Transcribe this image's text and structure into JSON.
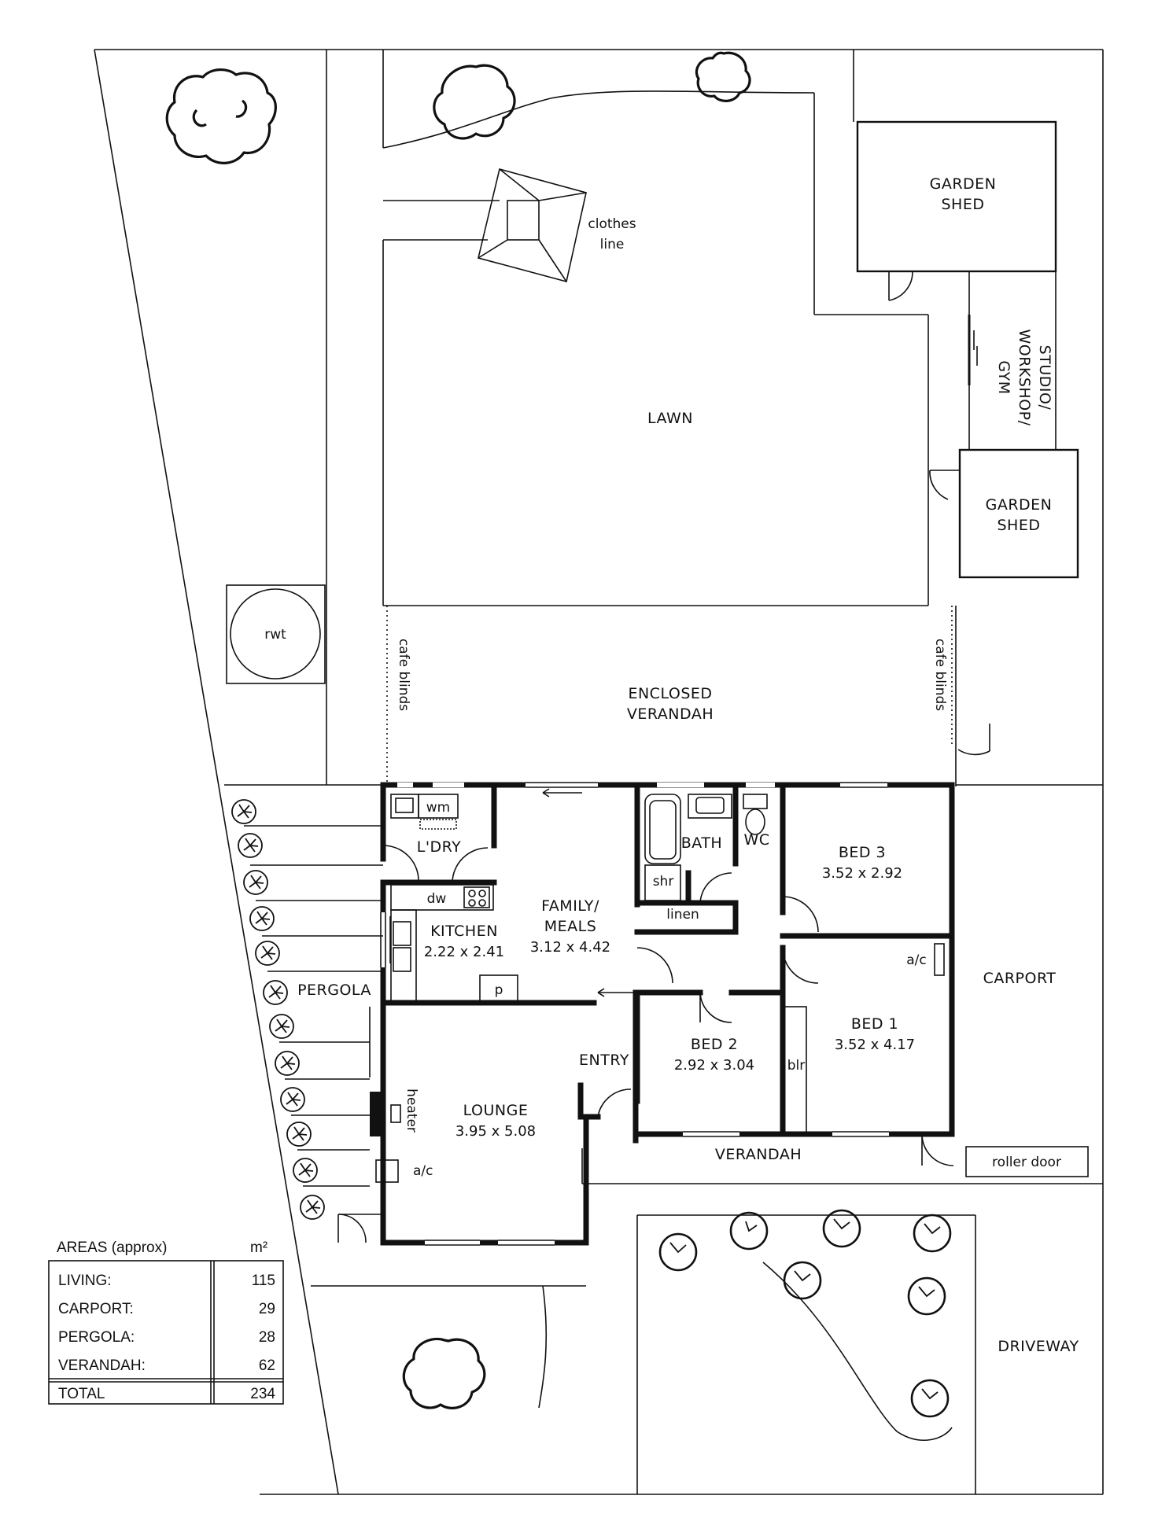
{
  "colors": {
    "ink": "#111111",
    "paper": "#ffffff"
  },
  "outdoor": {
    "lawn": "LAWN",
    "clothes_line_1": "clothes",
    "clothes_line_2": "line",
    "rwt": "rwt",
    "cafe_blinds_left": "cafe blinds",
    "cafe_blinds_right": "cafe blinds",
    "pergola": "PERGOLA",
    "carport": "CARPORT",
    "driveway": "DRIVEWAY",
    "verandah_front": "VERANDAH",
    "roller_door": "roller door"
  },
  "sheds": {
    "shed_top_1": "GARDEN",
    "shed_top_2": "SHED",
    "shed_mid_1": "GARDEN",
    "shed_mid_2": "SHED",
    "studio_1": "STUDIO/",
    "studio_2": "WORKSHOP/",
    "studio_3": "GYM"
  },
  "rooms": {
    "enclosed_verandah_1": "ENCLOSED",
    "enclosed_verandah_2": "VERANDAH",
    "ldry": "L'DRY",
    "wm": "wm",
    "dw": "dw",
    "p": "p",
    "kitchen": {
      "name": "KITCHEN",
      "size": "2.22 x 2.41"
    },
    "family": {
      "name_1": "FAMILY/",
      "name_2": "MEALS",
      "size": "3.12 x 4.42"
    },
    "bath": "BATH",
    "shr": "shr",
    "wc": "WC",
    "linen": "linen",
    "bed3": {
      "name": "BED 3",
      "size": "3.52 x 2.92"
    },
    "bed1": {
      "name": "BED 1",
      "size": "3.52 x 4.17"
    },
    "bed2": {
      "name": "BED 2",
      "size": "2.92 x 3.04"
    },
    "ac_bed1": "a/c",
    "blr": "blr",
    "entry": "ENTRY",
    "lounge": {
      "name": "LOUNGE",
      "size": "3.95 x 5.08"
    },
    "heater": "heater",
    "ac_lounge": "a/c"
  },
  "areas": {
    "title": "AREAS (approx)",
    "unit": "m²",
    "rows": [
      {
        "label": "LIVING:",
        "value": "115"
      },
      {
        "label": "CARPORT:",
        "value": "29"
      },
      {
        "label": "PERGOLA:",
        "value": "28"
      },
      {
        "label": "VERANDAH:",
        "value": "62"
      }
    ],
    "total_label": "TOTAL",
    "total_value": "234"
  }
}
